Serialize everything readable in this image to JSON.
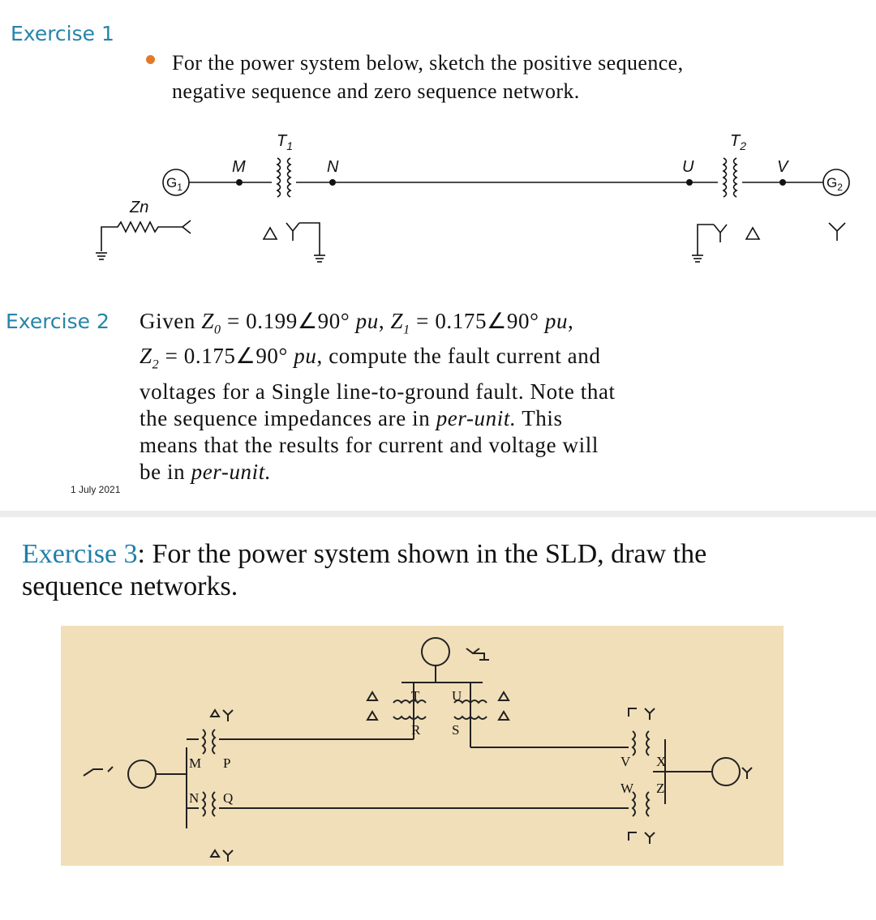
{
  "slide1": {
    "title": "Exercise 1",
    "bullet": "For the power system below, sketch the positive sequence, negative sequence and zero sequence network.",
    "bullet_line1": "For the power system below, sketch the positive sequence,",
    "bullet_line2": "negative sequence and zero sequence network.",
    "diagram": {
      "labels": [
        "T1",
        "T2",
        "M",
        "N",
        "U",
        "V",
        "G1",
        "G2",
        "Zn"
      ],
      "t1": "T",
      "t1_sub": "1",
      "t2": "T",
      "t2_sub": "2",
      "m": "M",
      "n": "N",
      "u": "U",
      "v": "V",
      "g1": "G",
      "g1_sub": "1",
      "g2": "G",
      "g2_sub": "2",
      "zn": "Zn"
    }
  },
  "slide2": {
    "title": "Exercise 2",
    "line1_given": "Given",
    "z0": "Z",
    "z0_sub": "0",
    "z0_val": "= 0.199∠90°",
    "pu": "pu",
    "z1": "Z",
    "z1_sub": "1",
    "z1_val": "= 0.175∠90°",
    "z2": "Z",
    "z2_sub": "2",
    "z2_val": "= 0.175∠90°",
    "line2_rest": ", compute the fault current and",
    "line3": "voltages for a Single line-to-ground fault. Note that",
    "line4a": "the sequence impedances are in",
    "line4b": "per-unit.",
    "line4c": "This",
    "line5": "means that the results for current and voltage will",
    "line6a": "be in",
    "line6b": "per-unit.",
    "date": "1 July 2021"
  },
  "slide3": {
    "title": "Exercise 3",
    "text_after_title": ": For the power system shown in the SLD, draw the",
    "text_line2": "sequence networks.",
    "sld_labels": {
      "t": "T",
      "u": "U",
      "r": "R",
      "s": "S",
      "m": "M",
      "p": "P",
      "n": "N",
      "q": "Q",
      "v": "V",
      "x": "X",
      "w": "W",
      "z": "Z"
    }
  },
  "colors": {
    "accent": "#2784a8",
    "bullet": "#e07a2b",
    "paper": "#f1dfb9",
    "ink": "#111111"
  }
}
